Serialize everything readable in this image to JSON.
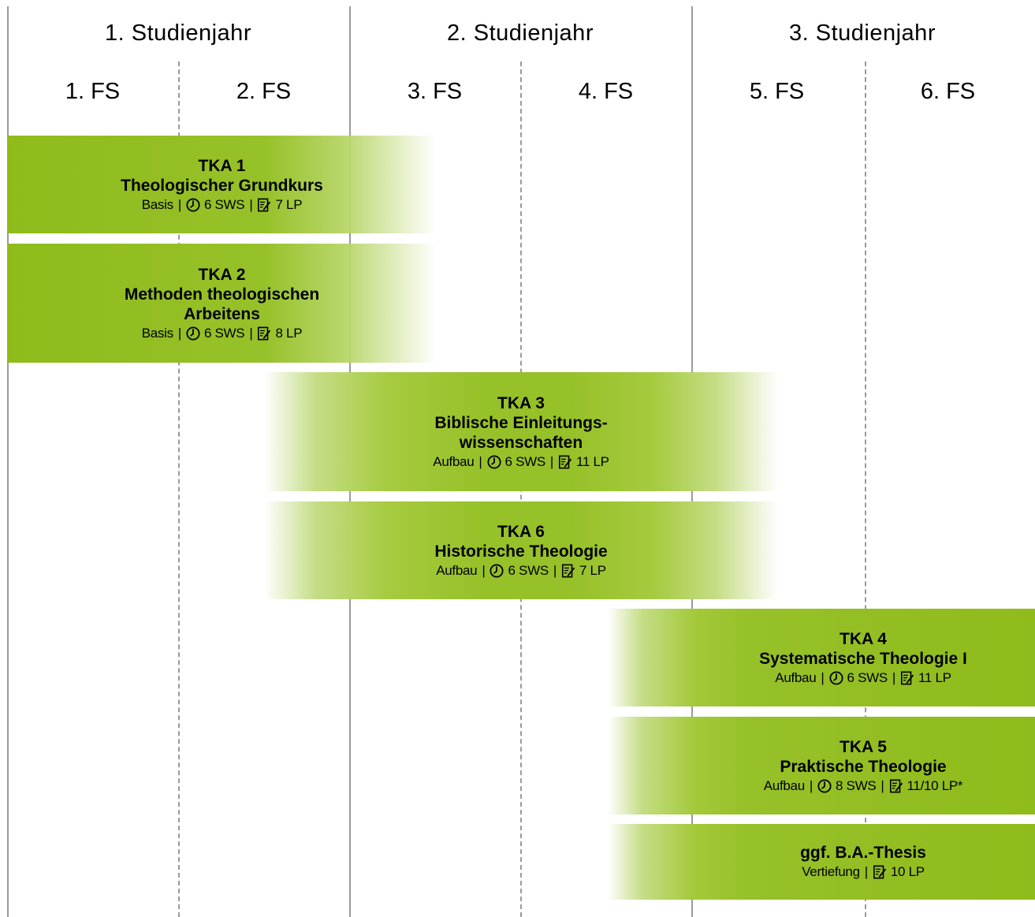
{
  "years": [
    "1. Studienjahr",
    "2. Studienjahr",
    "3. Studienjahr"
  ],
  "semesters": [
    "1. FS",
    "2. FS",
    "3. FS",
    "4. FS",
    "5. FS",
    "6. FS"
  ],
  "modules": [
    {
      "code": "TKA 1",
      "title": "Theologischer Grundkurs",
      "level": "Basis",
      "sws": "6 SWS",
      "lp": "7 LP"
    },
    {
      "code": "TKA 2",
      "title": "Methoden theologischen Arbeitens",
      "level": "Basis",
      "sws": "6 SWS",
      "lp": "8 LP"
    },
    {
      "code": "TKA 3",
      "title": "Biblische Einleitungs-wissenschaften",
      "level": "Aufbau",
      "sws": "6 SWS",
      "lp": "11 LP"
    },
    {
      "code": "TKA 6",
      "title": "Historische Theologie",
      "level": "Aufbau",
      "sws": "6 SWS",
      "lp": "7 LP"
    },
    {
      "code": "TKA 4",
      "title": "Systematische Theologie I",
      "level": "Aufbau",
      "sws": "6 SWS",
      "lp": "11 LP"
    },
    {
      "code": "TKA 5",
      "title": "Praktische Theologie",
      "level": "Aufbau",
      "sws": "8 SWS",
      "lp": "11/10 LP*"
    },
    {
      "code": "",
      "title": "ggf. B.A.-Thesis",
      "level": "Vertiefung",
      "sws": "",
      "lp": "10 LP"
    }
  ],
  "separator": "|",
  "icons": {
    "time": "clock-icon",
    "credits": "notepad-icon"
  },
  "colors": {
    "green": "#97c129",
    "grid": "#9a9a9a"
  }
}
